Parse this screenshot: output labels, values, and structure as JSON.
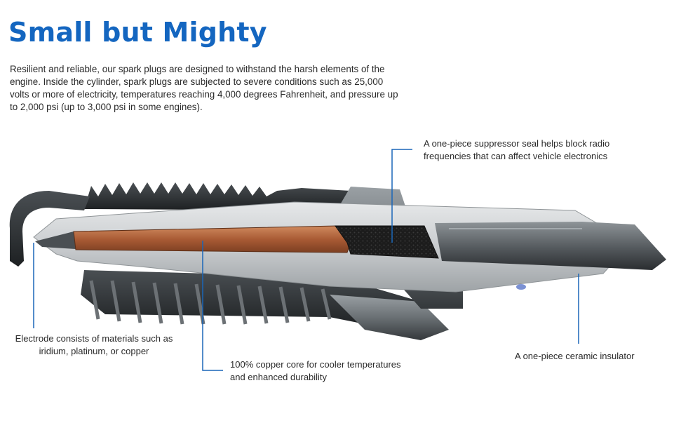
{
  "heading": "Small but Mighty",
  "intro": "Resilient and reliable, our spark plugs are designed to withstand the harsh elements of the engine. Inside the cylinder, spark plugs are subjected to severe conditions such as 25,000 volts or more of electricity, temperatures reaching 4,000 degrees Fahrenheit, and pressure up to 2,000 psi (up to 3,000 psi in some engines).",
  "callouts": {
    "suppressor_seal": "A one-piece suppressor seal helps block radio frequencies that can affect vehicle electronics",
    "electrode": "Electrode consists of materials such as iridium, platinum, or copper",
    "copper_core": "100% copper core for cooler temperatures and enhanced durability",
    "ceramic_insulator": "A one-piece ceramic insulator"
  },
  "colors": {
    "heading": "#1466c0",
    "leader_line": "#1a66b8",
    "copper": "#b5673f",
    "ceramic": "#cfd2d4",
    "steel": "#6e7377",
    "dark_steel": "#2d3033"
  }
}
